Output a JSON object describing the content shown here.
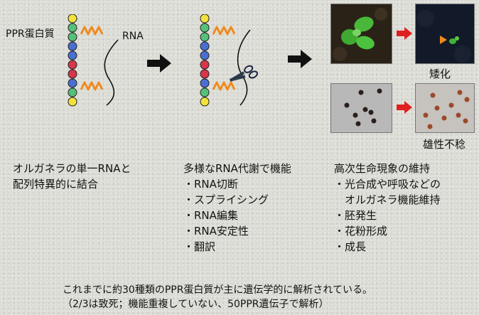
{
  "diagram": {
    "left_label": "PPR蛋白質",
    "rna_label": "RNA",
    "caption_top": "矮化",
    "caption_bottom": "雄性不稔"
  },
  "columns": {
    "col1": {
      "lines": [
        "オルガネラの単一RNAと",
        "配列特異的に結合"
      ]
    },
    "col2": {
      "title": "多様なRNA代謝で機能",
      "items": [
        "・RNA切断",
        "・スプライシング",
        "・RNA編集",
        "・RNA安定性",
        "・翻訳"
      ]
    },
    "col3": {
      "title": "高次生命現象の維持",
      "items": [
        "・光合成や呼吸などの",
        "　オルガネラ機能維持",
        "・胚発生",
        "・花粉形成",
        "・成長"
      ]
    }
  },
  "footer": {
    "line1": "これまでに約30種類のPPR蛋白質が主に遺伝学的に解析されている。",
    "line2": "（2/3は致死；機能重複していない、50PPR遺伝子で解析）"
  },
  "colors": {
    "bead_yellow": "#f2e23a",
    "bead_green": "#55c07a",
    "bead_blue": "#4a6fd0",
    "bead_red": "#d8364a",
    "rna_wave": "#f08a1c",
    "arrow": "#111111",
    "red_arrow": "#e02020"
  }
}
